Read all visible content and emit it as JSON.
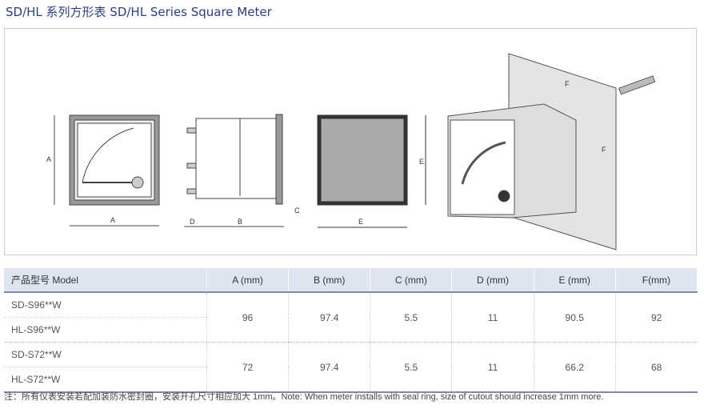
{
  "title": "SD/HL 系列方形表 SD/HL Series Square Meter",
  "drawing_labels": {
    "a": "A",
    "b": "B",
    "c": "C",
    "d": "D",
    "e": "E",
    "f": "F"
  },
  "table": {
    "headers": [
      "产品型号 Model",
      "A (mm)",
      "B (mm)",
      "C (mm)",
      "D (mm)",
      "E (mm)",
      "F(mm)"
    ],
    "groups": [
      {
        "models": [
          "SD-S96**W",
          "HL-S96**W"
        ],
        "values": [
          "96",
          "97.4",
          "5.5",
          "11",
          "90.5",
          "92"
        ]
      },
      {
        "models": [
          "SD-S72**W",
          "HL-S72**W"
        ],
        "values": [
          "72",
          "97.4",
          "5.5",
          "11",
          "66.2",
          "68"
        ]
      }
    ]
  },
  "note": "注：所有仪表安装若配加装防水密封圈，安装开孔尺寸相应加大 1mm。Note: When meter installs with seal ring, size of cutout should increase 1mm more."
}
